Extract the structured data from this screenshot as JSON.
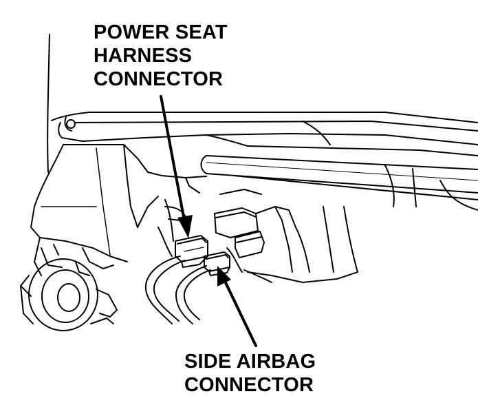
{
  "callouts": {
    "power_seat": {
      "lines": [
        "POWER SEAT",
        "HARNESS",
        "CONNECTOR"
      ]
    },
    "side_airbag": {
      "lines": [
        "SIDE AIRBAG",
        "CONNECTOR"
      ]
    }
  },
  "colors": {
    "ink": "#000000",
    "paper": "#ffffff"
  }
}
